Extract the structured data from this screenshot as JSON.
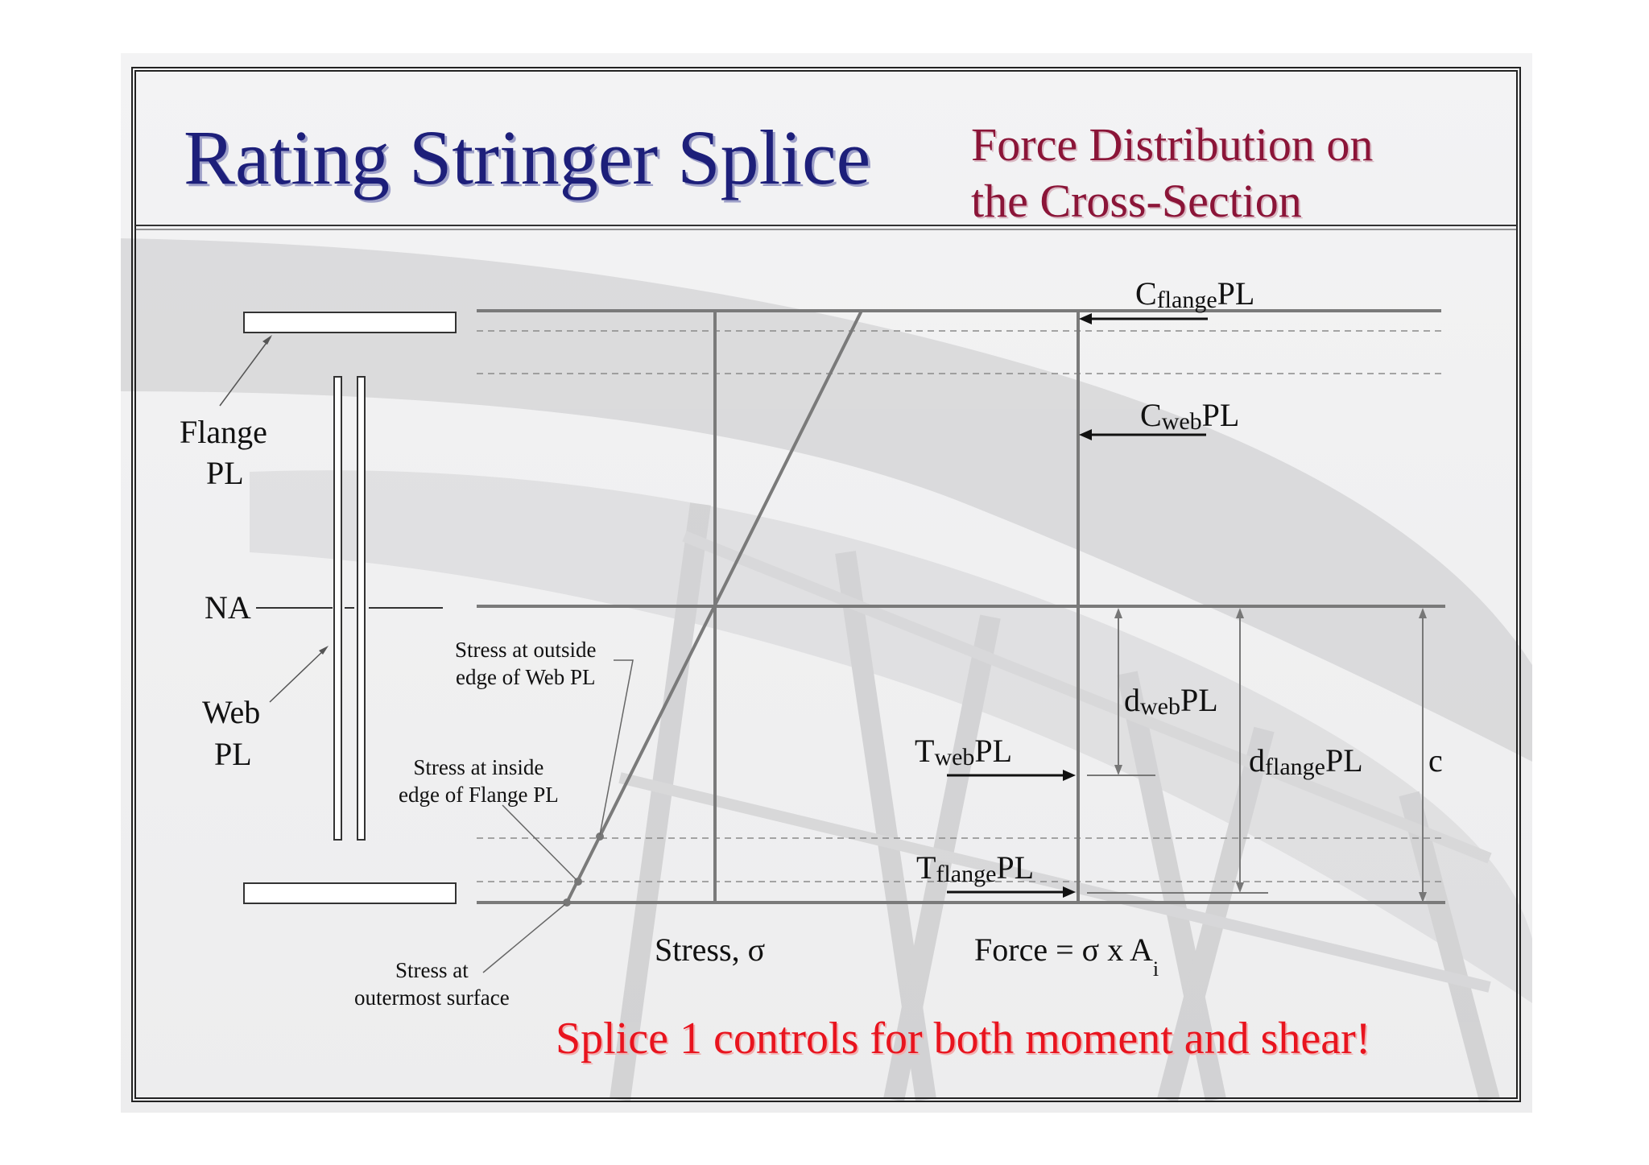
{
  "slide": {
    "title": "Rating Stringer Splice",
    "subtitle_line1": "Force Distribution on",
    "subtitle_line2": "the Cross-Section",
    "footnote": "Splice 1 controls for both moment and shear!"
  },
  "labels": {
    "flange_pl_1": "Flange",
    "flange_pl_2": "PL",
    "na": "NA",
    "web_pl_1": "Web",
    "web_pl_2": "PL",
    "stress_outside_web_1": "Stress at outside",
    "stress_outside_web_2": "edge of Web PL",
    "stress_inside_flange_1": "Stress at inside",
    "stress_inside_flange_2": "edge of Flange PL",
    "stress_outermost_1": "Stress at",
    "stress_outermost_2": "outermost surface",
    "stress_axis": "Stress, σ",
    "force_axis_main": "Force = σ x A",
    "force_axis_sub": "i",
    "c_dimension": "c"
  },
  "forces": {
    "c_flange": {
      "main": "C",
      "sub": "flange",
      "tail": "PL"
    },
    "c_web": {
      "main": "C",
      "sub": "web",
      "tail": "PL"
    },
    "t_web": {
      "main": "T",
      "sub": "web",
      "tail": "PL"
    },
    "t_flange": {
      "main": "T",
      "sub": "flange",
      "tail": "PL"
    },
    "d_web": {
      "main": "d",
      "sub": "web",
      "tail": "PL"
    },
    "d_flange": {
      "main": "d",
      "sub": "flange",
      "tail": "PL"
    }
  },
  "colors": {
    "title": "#1d1f7a",
    "subtitle": "#8b1538",
    "footnote": "#e8141e",
    "diagram_line": "#7a7a7a"
  }
}
